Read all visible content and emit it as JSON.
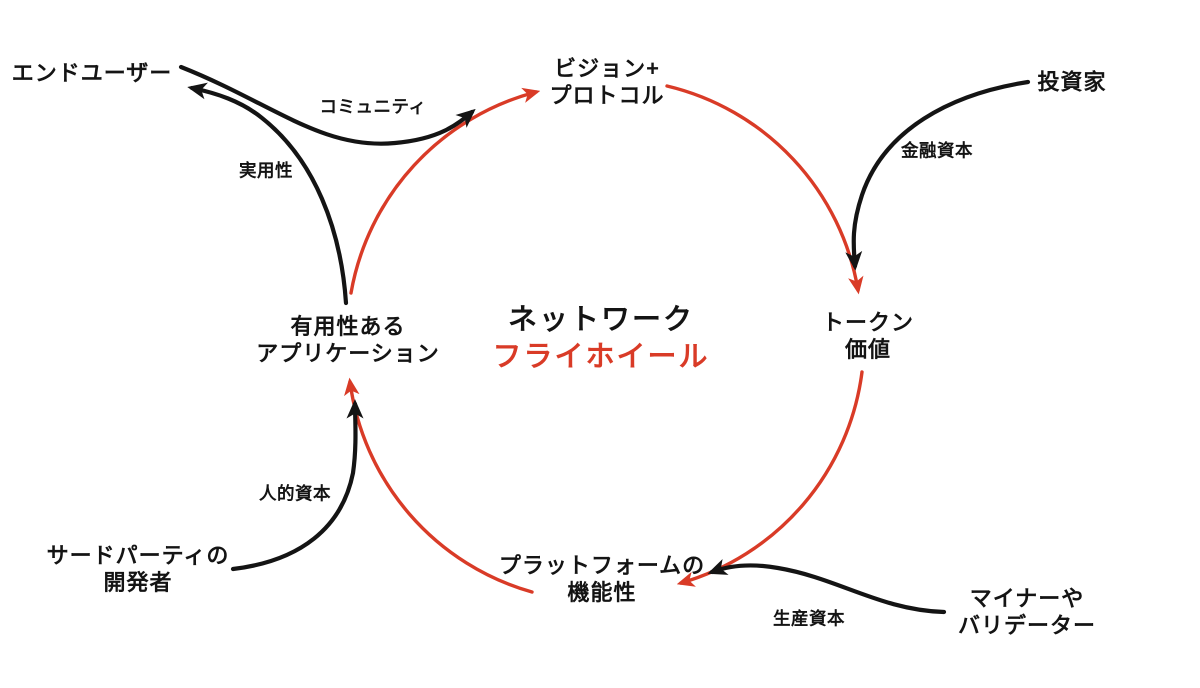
{
  "title": {
    "line1": "ネットワーク",
    "line2": "フライホイール"
  },
  "nodes": {
    "end_users": {
      "label": "エンドユーザー"
    },
    "vision_protocol": {
      "line1": "ビジョン+",
      "line2": "プロトコル"
    },
    "investors": {
      "label": "投資家"
    },
    "token_value": {
      "line1": "トークン",
      "line2": "価値"
    },
    "useful_apps": {
      "line1": "有用性ある",
      "line2": "アプリケーション"
    },
    "third_party_devs": {
      "line1": "サードパーティの",
      "line2": "開発者"
    },
    "platform_functionality": {
      "line1": "プラットフォームの",
      "line2": "機能性"
    },
    "miners_validators": {
      "line1": "マイナーや",
      "line2": "バリデーター"
    }
  },
  "edges": {
    "community": {
      "label": "コミュニティ",
      "from": "エンドユーザー",
      "to": "ビジョン+プロトコル"
    },
    "utility": {
      "label": "実用性",
      "from": "有用性あるアプリケーション",
      "to": "エンドユーザー"
    },
    "financial_capital": {
      "label": "金融資本",
      "from": "投資家",
      "to": "トークン価値"
    },
    "human_capital": {
      "label": "人的資本",
      "from": "サードパーティの開発者",
      "to": "有用性あるアプリケーション"
    },
    "production_capital": {
      "label": "生産資本",
      "from": "マイナーやバリデーター",
      "to": "プラットフォームの機能性"
    }
  },
  "flywheel_cycle": [
    "ビジョン+プロトコル",
    "トークン価値",
    "プラットフォームの機能性",
    "有用性あるアプリケーション"
  ],
  "colors": {
    "red": "#d93b27",
    "ink": "#141414",
    "bg": "#ffffff"
  }
}
